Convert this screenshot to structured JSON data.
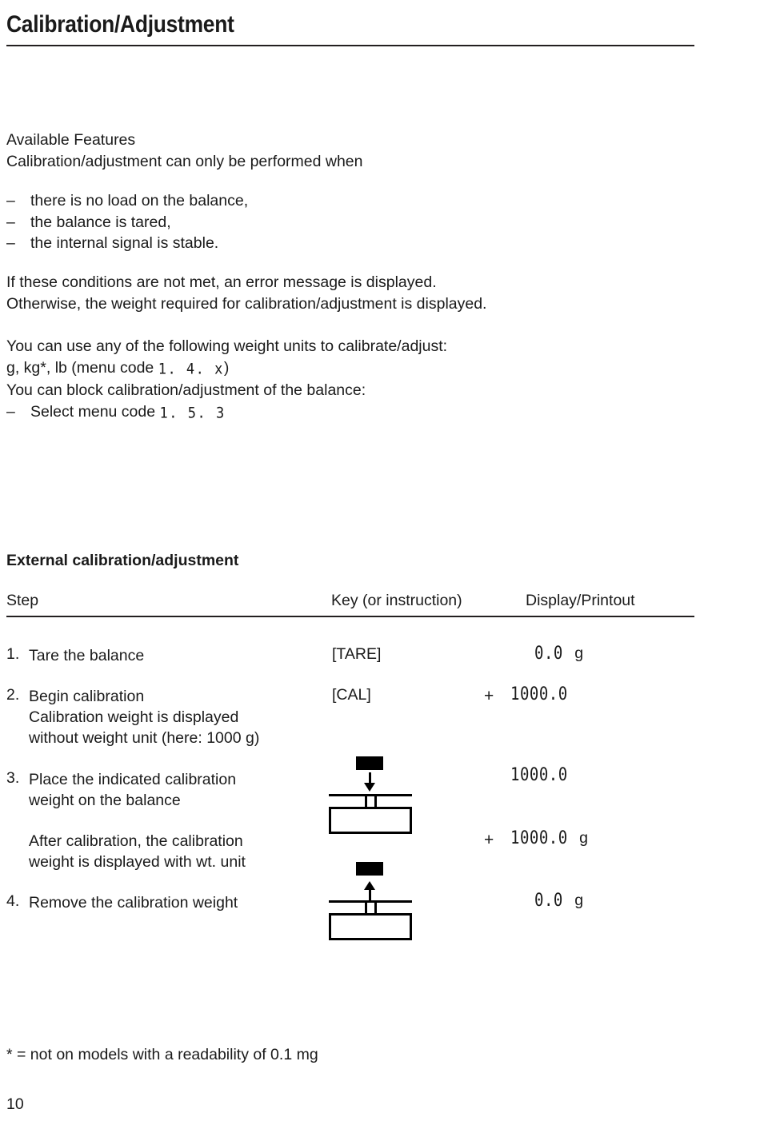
{
  "header": {
    "title": "Calibration/Adjustment"
  },
  "available_features": {
    "heading": "Available Features",
    "intro": "Calibration/adjustment can only be performed when",
    "conditions": [
      "there is no load on the balance,",
      "the balance is tared,",
      "the internal signal is stable."
    ],
    "error_note_line1": "If these conditions are not met, an error message is displayed.",
    "error_note_line2": "Otherwise, the weight required for calibration/adjustment is displayed.",
    "units_line": "You can use any of the following weight units to calibrate/adjust:",
    "units_prefix": "g, kg*, lb (menu code",
    "units_code": "1. 4. x",
    "units_suffix": ")",
    "block_line": "You can block calibration/adjustment of the balance:",
    "block_dash": "–",
    "block_select": "Select menu code",
    "block_code": "1. 5. 3"
  },
  "external_calibration": {
    "heading": "External calibration/adjustment",
    "columns": {
      "step": "Step",
      "key": "Key (or instruction)",
      "display": "Display/Printout"
    },
    "rows": [
      {
        "number": "1.",
        "step_lines": [
          "Tare the balance"
        ],
        "key": "[TARE]",
        "plus": "",
        "display": "0.0",
        "unit": "g",
        "icon": ""
      },
      {
        "number": "2.",
        "step_lines": [
          "Begin calibration",
          "Calibration weight is displayed",
          "without weight unit (here: 1000 g)"
        ],
        "key": "[CAL]",
        "plus": "+",
        "display": "1000.0",
        "unit": "",
        "icon": ""
      },
      {
        "number": "3.",
        "step_lines": [
          "Place the indicated calibration",
          "weight on the balance"
        ],
        "key": "",
        "plus": "",
        "display": "1000.0",
        "unit": "",
        "icon": "balance-weight-down-icon"
      },
      {
        "number": "",
        "step_lines": [
          "After calibration, the calibration",
          "weight is displayed with wt. unit"
        ],
        "key": "",
        "plus": "+",
        "display": "1000.0",
        "unit": "g",
        "icon": ""
      },
      {
        "number": "4.",
        "step_lines": [
          "Remove the calibration weight"
        ],
        "key": "",
        "plus": "",
        "display": "0.0",
        "unit": "g",
        "icon": "balance-weight-up-icon"
      }
    ]
  },
  "footer": {
    "footnote": "* = not on models with a readability of 0.1 mg",
    "page_number": "10"
  },
  "colors": {
    "ink": "#1a1a1a",
    "rule": "#231f20",
    "icon": "#000000"
  }
}
